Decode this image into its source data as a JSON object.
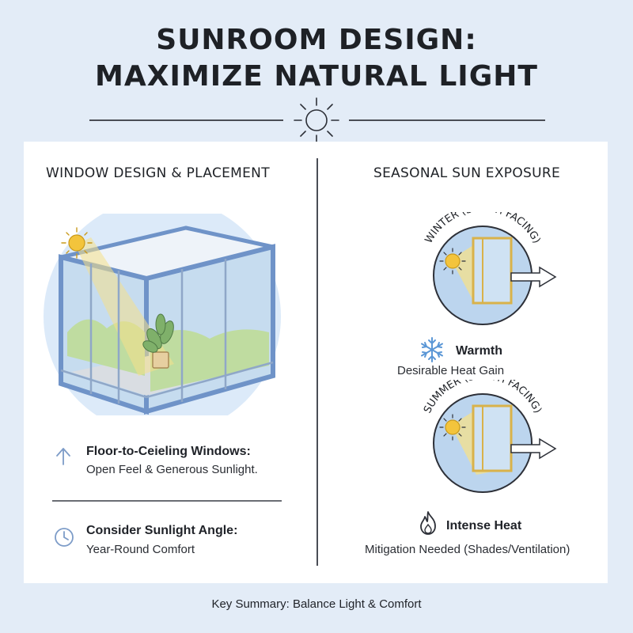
{
  "header": {
    "title_line1": "SUNROOM DESIGN:",
    "title_line2": "MAXIMIZE NATURAL LIGHT"
  },
  "left_panel": {
    "heading": "WINDOW DESIGN & PLACEMENT",
    "features": [
      {
        "icon": "arrow-up-icon",
        "title": "Floor-to-Ceieling Windows:",
        "subtitle": "Open Feel & Generous Sunlight."
      },
      {
        "icon": "clock-icon",
        "title": "Consider Sunlight Angle:",
        "subtitle": "Year-Round Comfort"
      }
    ]
  },
  "right_panel": {
    "heading": "SEASONAL SUN EXPOSURE",
    "seasons": [
      {
        "arc_label": "WINTER (SOUTH FACING)",
        "icon": "snowflake-icon",
        "title": "Warmth",
        "subtitle": "Desirable Heat Gain"
      },
      {
        "arc_label": "SUMMER (SOUTH FACING)",
        "icon": "flame-icon",
        "title": "Intense Heat",
        "subtitle": "Mitigation Needed (Shades/Ventilation)"
      }
    ]
  },
  "footer": {
    "summary": "Key Summary: Balance Light & Comfort"
  },
  "colors": {
    "background": "#e3ecf7",
    "frame_blue": "#6f93c8",
    "glass_blue": "#c6dcef",
    "sun_yellow": "#f3c43c",
    "window_gold": "#d9b24a"
  }
}
